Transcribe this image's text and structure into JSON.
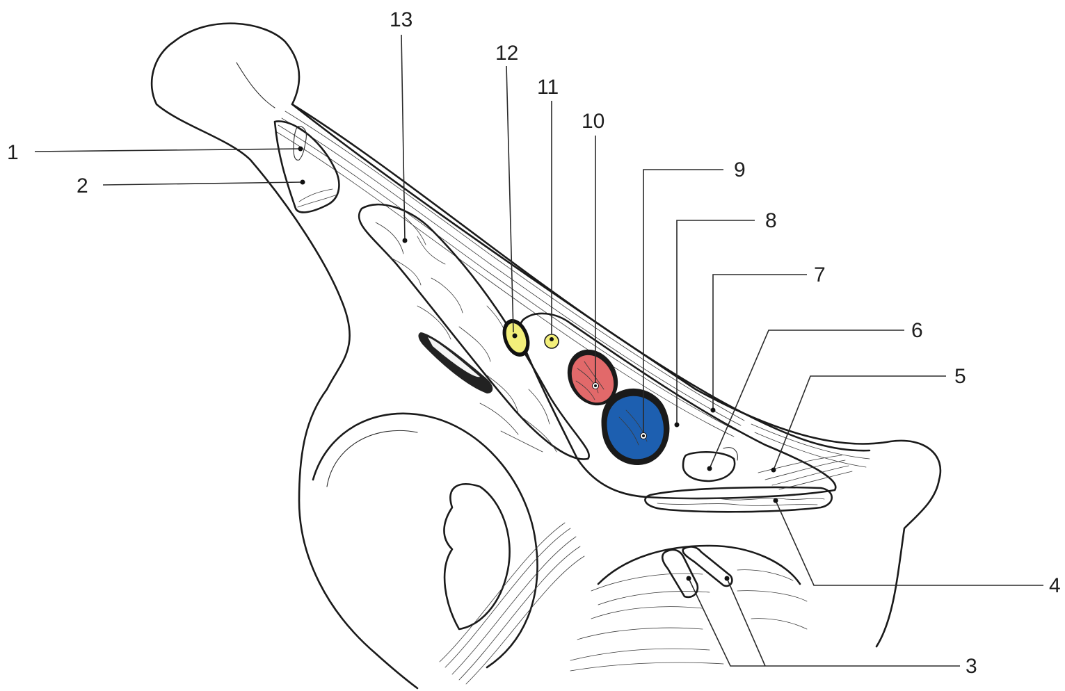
{
  "labels": [
    {
      "id": "1",
      "text": "1"
    },
    {
      "id": "2",
      "text": "2"
    },
    {
      "id": "3",
      "text": "3"
    },
    {
      "id": "4",
      "text": "4"
    },
    {
      "id": "5",
      "text": "5"
    },
    {
      "id": "6",
      "text": "6"
    },
    {
      "id": "7",
      "text": "7"
    },
    {
      "id": "8",
      "text": "8"
    },
    {
      "id": "9",
      "text": "9"
    },
    {
      "id": "10",
      "text": "10"
    },
    {
      "id": "11",
      "text": "11"
    },
    {
      "id": "12",
      "text": "12"
    },
    {
      "id": "13",
      "text": "13"
    }
  ],
  "colors": {
    "nerve_yellow": "#f3ef7a",
    "artery_red": "#e2696a",
    "vein_blue": "#1d5fb0",
    "lymph_green": "#cfe6cc",
    "muscle_gray": "#c9c9c9",
    "outline": "#1a1a1a"
  },
  "icons": {
    "numbered_structure_markers": "dot-icon"
  }
}
